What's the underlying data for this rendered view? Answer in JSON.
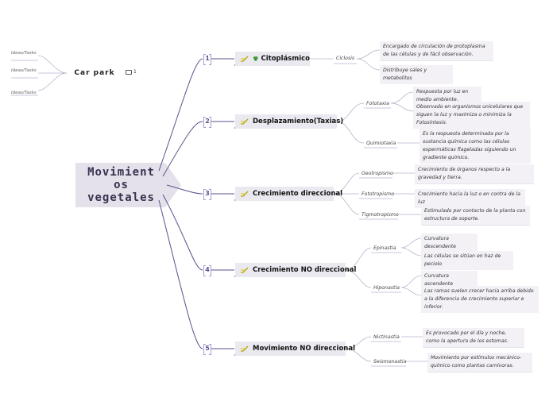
{
  "central": {
    "line1": "Movimient",
    "line2": "os",
    "line3": "vegetales"
  },
  "car_park": {
    "label": "Car park",
    "notes_count": "1",
    "tags": [
      "Ideas/Tasks",
      "Ideas/Tasks",
      "Ideas/Tasks"
    ]
  },
  "branches": [
    {
      "number": "1",
      "label": "Citoplásmico",
      "subs": [
        {
          "label": "Ciclosis",
          "leaves": [
            "Encargado de circulación de protoplasma de las células y de fácil observación.",
            "Distribuye sales y metabolitos"
          ]
        }
      ]
    },
    {
      "number": "2",
      "label": "Desplazamiento(Taxias)",
      "subs": [
        {
          "label": "Fototaxia",
          "leaves": [
            "Respuesta por luz en medio ambiente.",
            "Observado en organismos unicelulares que siguen la luz y maximiza o minimiza la Fotosíntesis."
          ]
        },
        {
          "label": "Quimiotaxia",
          "leaves": [
            "Es la respuesta determinada por la sustancia química como las células espermáticas flageladas siguiendo un gradiente químico."
          ]
        }
      ]
    },
    {
      "number": "3",
      "label": "Crecimiento direccional",
      "subs": [
        {
          "label": "Geotropismo",
          "leaves": [
            "Crecimiento de órganos respecto a la gravedad y tierra."
          ]
        },
        {
          "label": "Fototropismo",
          "leaves": [
            "Crecimiento hacia la luz o en contra de la luz"
          ]
        },
        {
          "label": "Tigmotropismo",
          "leaves": [
            "Estimulado por contacto de la planta con estructura de soporte."
          ]
        }
      ]
    },
    {
      "number": "4",
      "label": "Crecimiento NO direccional",
      "subs": [
        {
          "label": "Epinastia",
          "leaves": [
            "Curvatura descendente",
            "Las células se sitúan en haz de peciolo"
          ]
        },
        {
          "label": "Hiponastia",
          "leaves": [
            "Curvatura ascendente",
            "Las ramas suelen crecer hacia arriba debido a la diferencia de crecimiento superior e inferior."
          ]
        }
      ]
    },
    {
      "number": "5",
      "label": "Movimiento NO direccional",
      "subs": [
        {
          "label": "Nictinastia",
          "leaves": [
            "Es provocado por el día y noche, como la apertura de los estomas."
          ]
        },
        {
          "label": "Seismonastia",
          "leaves": [
            "Movimiento por estímulos mecánico-químico como plantas carnívoras."
          ]
        }
      ]
    }
  ],
  "colors": {
    "line": "#5c4f8c",
    "node_bg": "#ebe9f0",
    "central_bg": "#e4e1eb"
  }
}
